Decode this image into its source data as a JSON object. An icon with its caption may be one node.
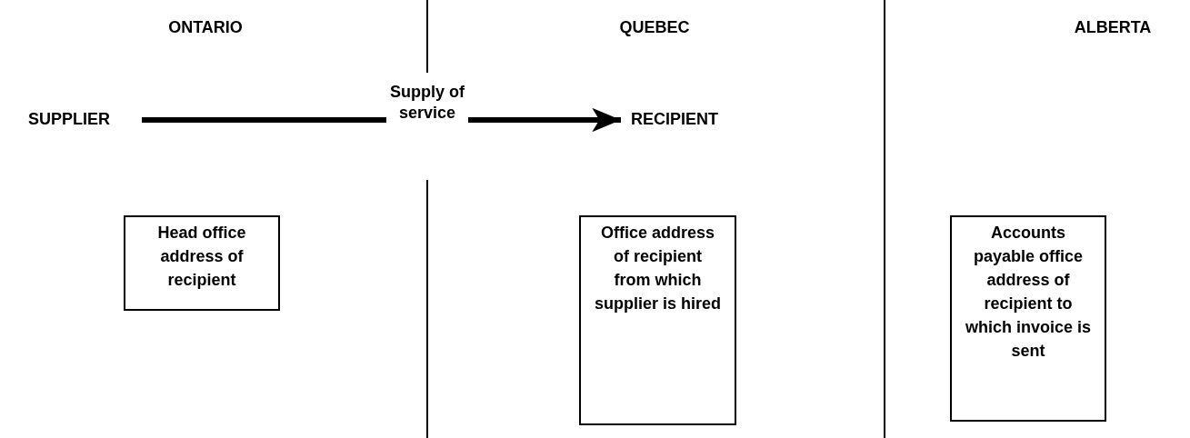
{
  "diagram": {
    "nodes": [
      {
        "text": [
          "SUPPLIER"
        ]
      },
      {
        "text": [
          "RECIPIENT"
        ]
      },
      {
        "text": [
          "Head office address of recipient"
        ]
      },
      {
        "text": [
          "Office address of recipient from which supplier is hired"
        ]
      },
      {
        "text": [
          "Accounts payable office address of recipient to which invoice is sent"
        ]
      }
    ],
    "edges": [
      {
        "from": 0,
        "to": 1,
        "arrow": "to",
        "label": "Supply of service"
      }
    ],
    "labels": [
      "ONTARIO",
      "QUEBEC",
      "ALBERTA"
    ]
  }
}
